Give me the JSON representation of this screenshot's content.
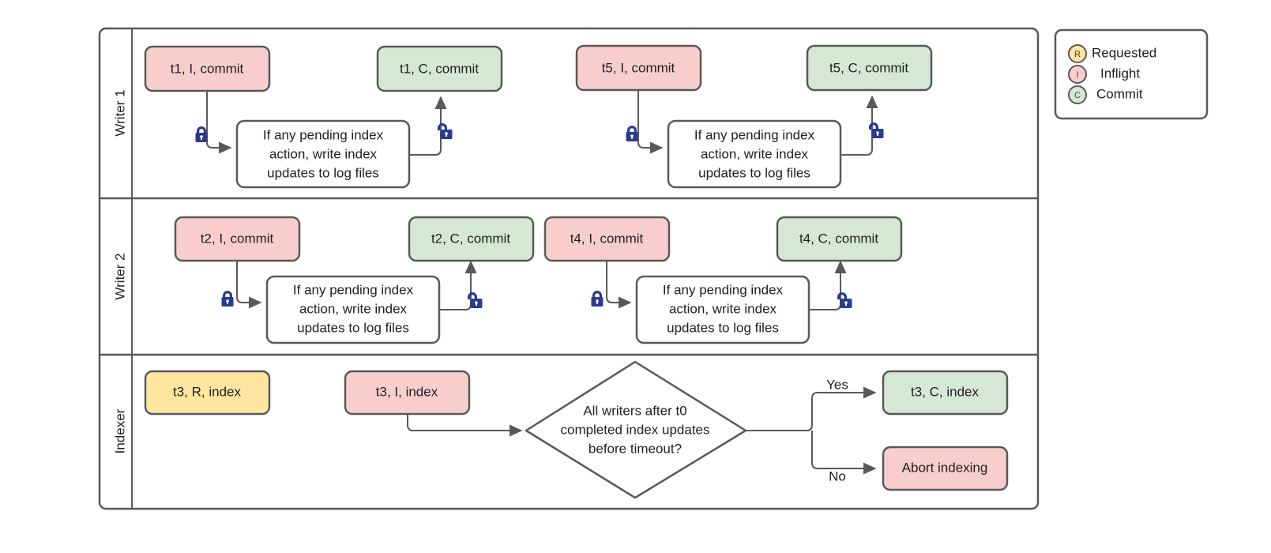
{
  "diagram": {
    "title_visible": false,
    "colors": {
      "inflight_fill": "#f8cecc",
      "commit_fill": "#d5e8d4",
      "requested_fill": "#ffe6a0",
      "plain_fill": "#ffffff",
      "stroke": "#595959",
      "lane_stroke": "#595959",
      "lock_color": "#2b3a8f",
      "text": "#1f1f1f",
      "background": "#ffffff"
    },
    "lanes": [
      {
        "id": "writer1",
        "label": "Writer 1"
      },
      {
        "id": "writer2",
        "label": "Writer 2"
      },
      {
        "id": "indexer",
        "label": "Indexer"
      }
    ],
    "nodes": {
      "w1_t1_inflight": {
        "label": "t1, I, commit",
        "state": "Inflight",
        "fill": "inflight_fill"
      },
      "w1_t1_commit": {
        "label": "t1, C, commit",
        "state": "Commit",
        "fill": "commit_fill"
      },
      "w1_t5_inflight": {
        "label": "t5, I, commit",
        "state": "Inflight",
        "fill": "inflight_fill"
      },
      "w1_t5_commit": {
        "label": "t5, C, commit",
        "state": "Commit",
        "fill": "commit_fill"
      },
      "w2_t2_inflight": {
        "label": "t2, I, commit",
        "state": "Inflight",
        "fill": "inflight_fill"
      },
      "w2_t2_commit": {
        "label": "t2, C, commit",
        "state": "Commit",
        "fill": "commit_fill"
      },
      "w2_t4_inflight": {
        "label": "t4, I, commit",
        "state": "Inflight",
        "fill": "inflight_fill"
      },
      "w2_t4_commit": {
        "label": "t4, C, commit",
        "state": "Commit",
        "fill": "commit_fill"
      },
      "ix_t3_requested": {
        "label": "t3, R, index",
        "state": "Requested",
        "fill": "requested_fill"
      },
      "ix_t3_inflight": {
        "label": "t3, I, index",
        "state": "Inflight",
        "fill": "inflight_fill"
      },
      "ix_t3_commit": {
        "label": "t3, C, index",
        "state": "Commit",
        "fill": "commit_fill"
      },
      "ix_abort": {
        "label": "Abort indexing",
        "state": "Inflight",
        "fill": "inflight_fill"
      }
    },
    "process_box": {
      "line1": "If any pending index",
      "line2": "action, write index",
      "line3": "updates to log files"
    },
    "decision": {
      "line1": "All writers after t0",
      "line2": "completed index updates",
      "line3": "before timeout?",
      "yes_label": "Yes",
      "no_label": "No"
    },
    "legend": {
      "items": [
        {
          "letter": "R",
          "label": "Requested",
          "fill": "#ffe6a0"
        },
        {
          "letter": "I",
          "label": "Inflight",
          "fill": "#f8cecc"
        },
        {
          "letter": "C",
          "label": "Commit",
          "fill": "#d5e8d4"
        }
      ]
    },
    "icons": {
      "lock": "lock-closed-icon",
      "unlock": "lock-open-icon"
    }
  }
}
